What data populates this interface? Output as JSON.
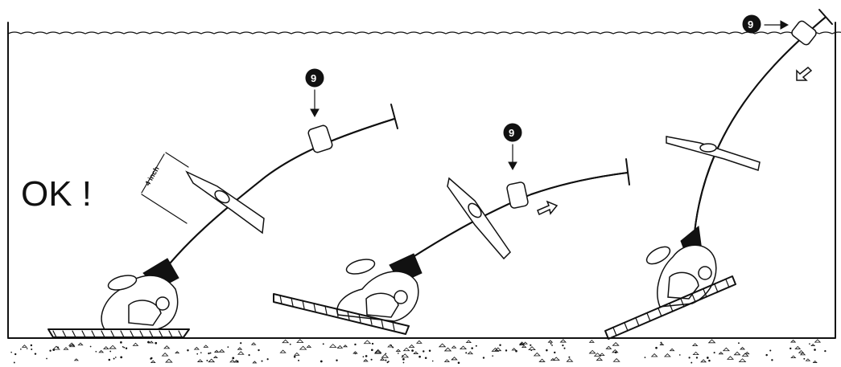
{
  "status_text": "OK !",
  "part_number_label": "9",
  "dimension_label": "4 inch",
  "scenes": [
    {
      "name": "cleaner-ok-position"
    },
    {
      "name": "cleaner-arrow-right"
    },
    {
      "name": "cleaner-at-surface"
    }
  ],
  "colors": {
    "ink": "#111111",
    "background": "#ffffff"
  }
}
